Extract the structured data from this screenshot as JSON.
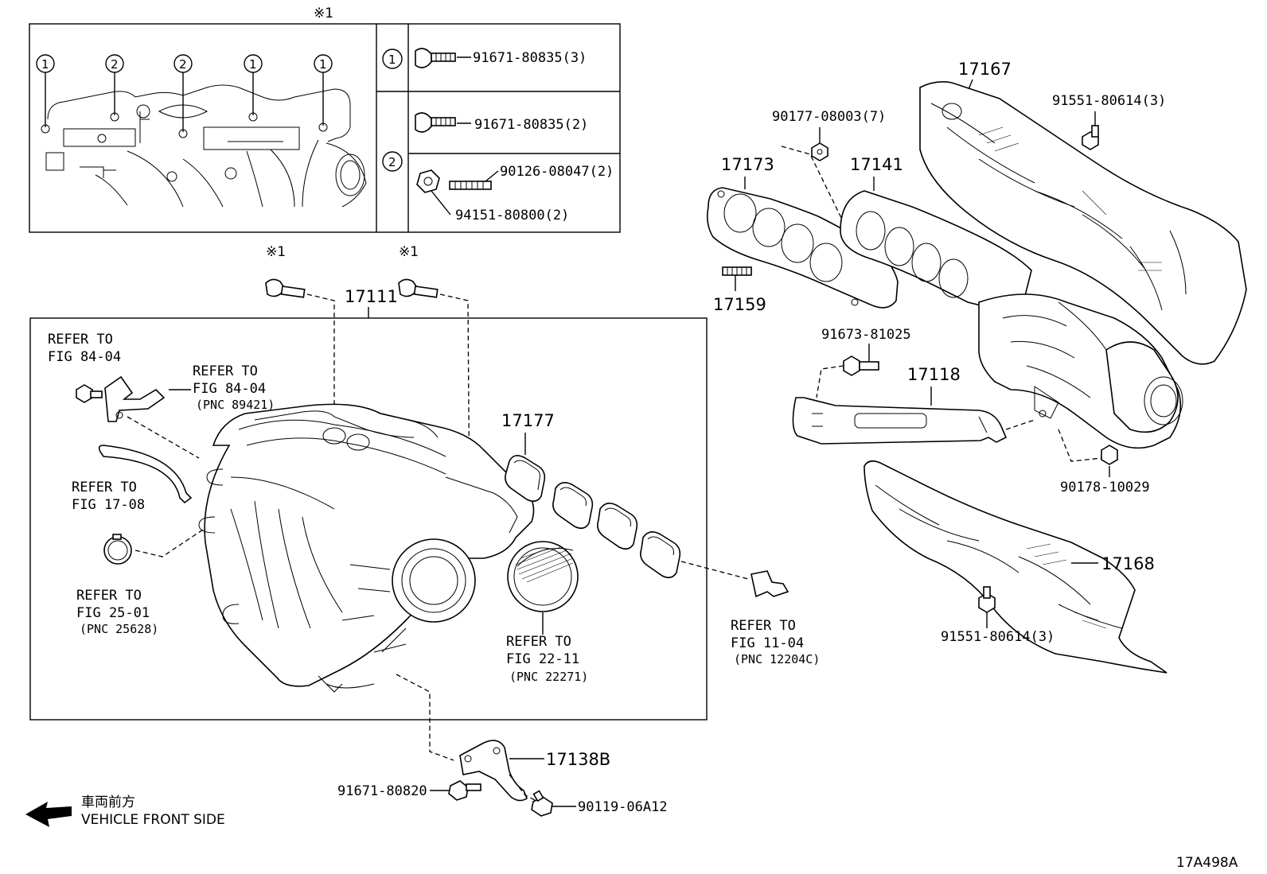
{
  "diagram_id": "17A498A",
  "note_mark": "※1",
  "orientation": {
    "japanese": "車両前方",
    "english": "VEHICLE FRONT SIDE"
  },
  "inset": {
    "callouts": {
      "c1": "1",
      "c2": "2"
    },
    "rows": [
      {
        "callout": "1",
        "parts": [
          "91671-80835(3)"
        ]
      },
      {
        "callout": "",
        "parts": [
          "91671-80835(2)"
        ]
      },
      {
        "callout": "2",
        "parts": [
          "90126-08047(2)",
          "94151-80800(2)"
        ]
      }
    ]
  },
  "parts": {
    "p17111": "17111",
    "p17177": "17177",
    "p17138b": "17138B",
    "p17173": "17173",
    "p17141": "17141",
    "p17167": "17167",
    "p17159": "17159",
    "p17118": "17118",
    "p17168": "17168",
    "b90177": "90177-08003(7)",
    "b91551a": "91551-80614(3)",
    "b91551b": "91551-80614(3)",
    "b91673": "91673-81025",
    "b90178": "90178-10029",
    "b91671": "91671-80820",
    "b90119": "90119-06A12"
  },
  "references": {
    "r1": {
      "line1": "REFER TO",
      "line2": "FIG 84-04",
      "line3": ""
    },
    "r2": {
      "line1": "REFER TO",
      "line2": "FIG 84-04",
      "line3": "(PNC 89421)"
    },
    "r3": {
      "line1": "REFER TO",
      "line2": "FIG 17-08",
      "line3": ""
    },
    "r4": {
      "line1": "REFER TO",
      "line2": "FIG 25-01",
      "line3": "(PNC 25628)"
    },
    "r5": {
      "line1": "REFER TO",
      "line2": "FIG 22-11",
      "line3": "(PNC 22271)"
    },
    "r6": {
      "line1": "REFER TO",
      "line2": "FIG 11-04",
      "line3": "(PNC 12204C)"
    }
  }
}
